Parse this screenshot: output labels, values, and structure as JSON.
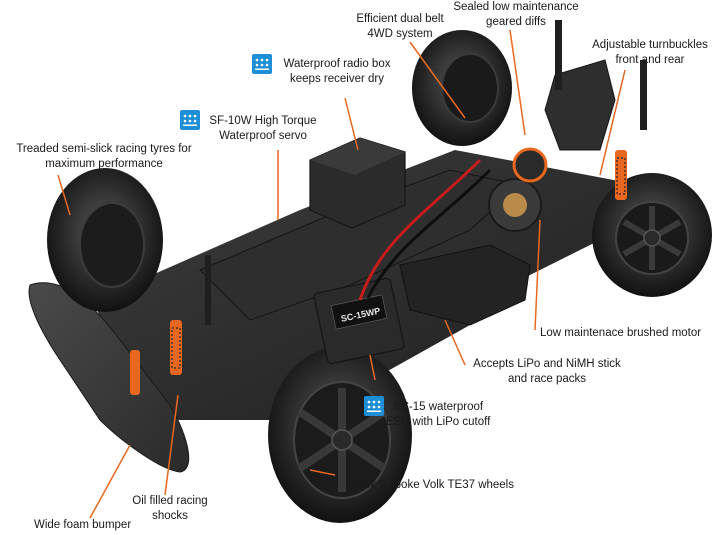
{
  "colors": {
    "accent": "#e8681f",
    "icon_blue": "#1e8fd6",
    "text": "#1a1a1a"
  },
  "icons": {
    "waterproof": "waterproof-icon"
  },
  "labels": {
    "dual_belt": [
      "Efficient dual belt",
      "4WD system"
    ],
    "sealed_diffs": [
      "Sealed low maintenance",
      "geared diffs"
    ],
    "turnbuckles": [
      "Adjustable turnbuckles",
      "front and rear"
    ],
    "radio_box": [
      "Waterproof radio box",
      "keeps receiver dry"
    ],
    "servo": [
      "SF-10W High Torque",
      "Waterproof servo"
    ],
    "tyres": [
      "Treaded semi-slick racing tyres for",
      "maximum performance"
    ],
    "motor": [
      "Low maintenace brushed motor"
    ],
    "packs": [
      "Accepts LiPo and NiMH stick",
      "and race packs"
    ],
    "esc": [
      "SC-15 waterproof",
      "ESC with LiPo cutoff"
    ],
    "wheels": [
      "Black 6 spoke Volk TE37 wheels"
    ],
    "shocks": [
      "Oil filled racing",
      "shocks"
    ],
    "bumper": [
      "Wide foam bumper"
    ],
    "esc_sticker": "SC-15WP"
  }
}
